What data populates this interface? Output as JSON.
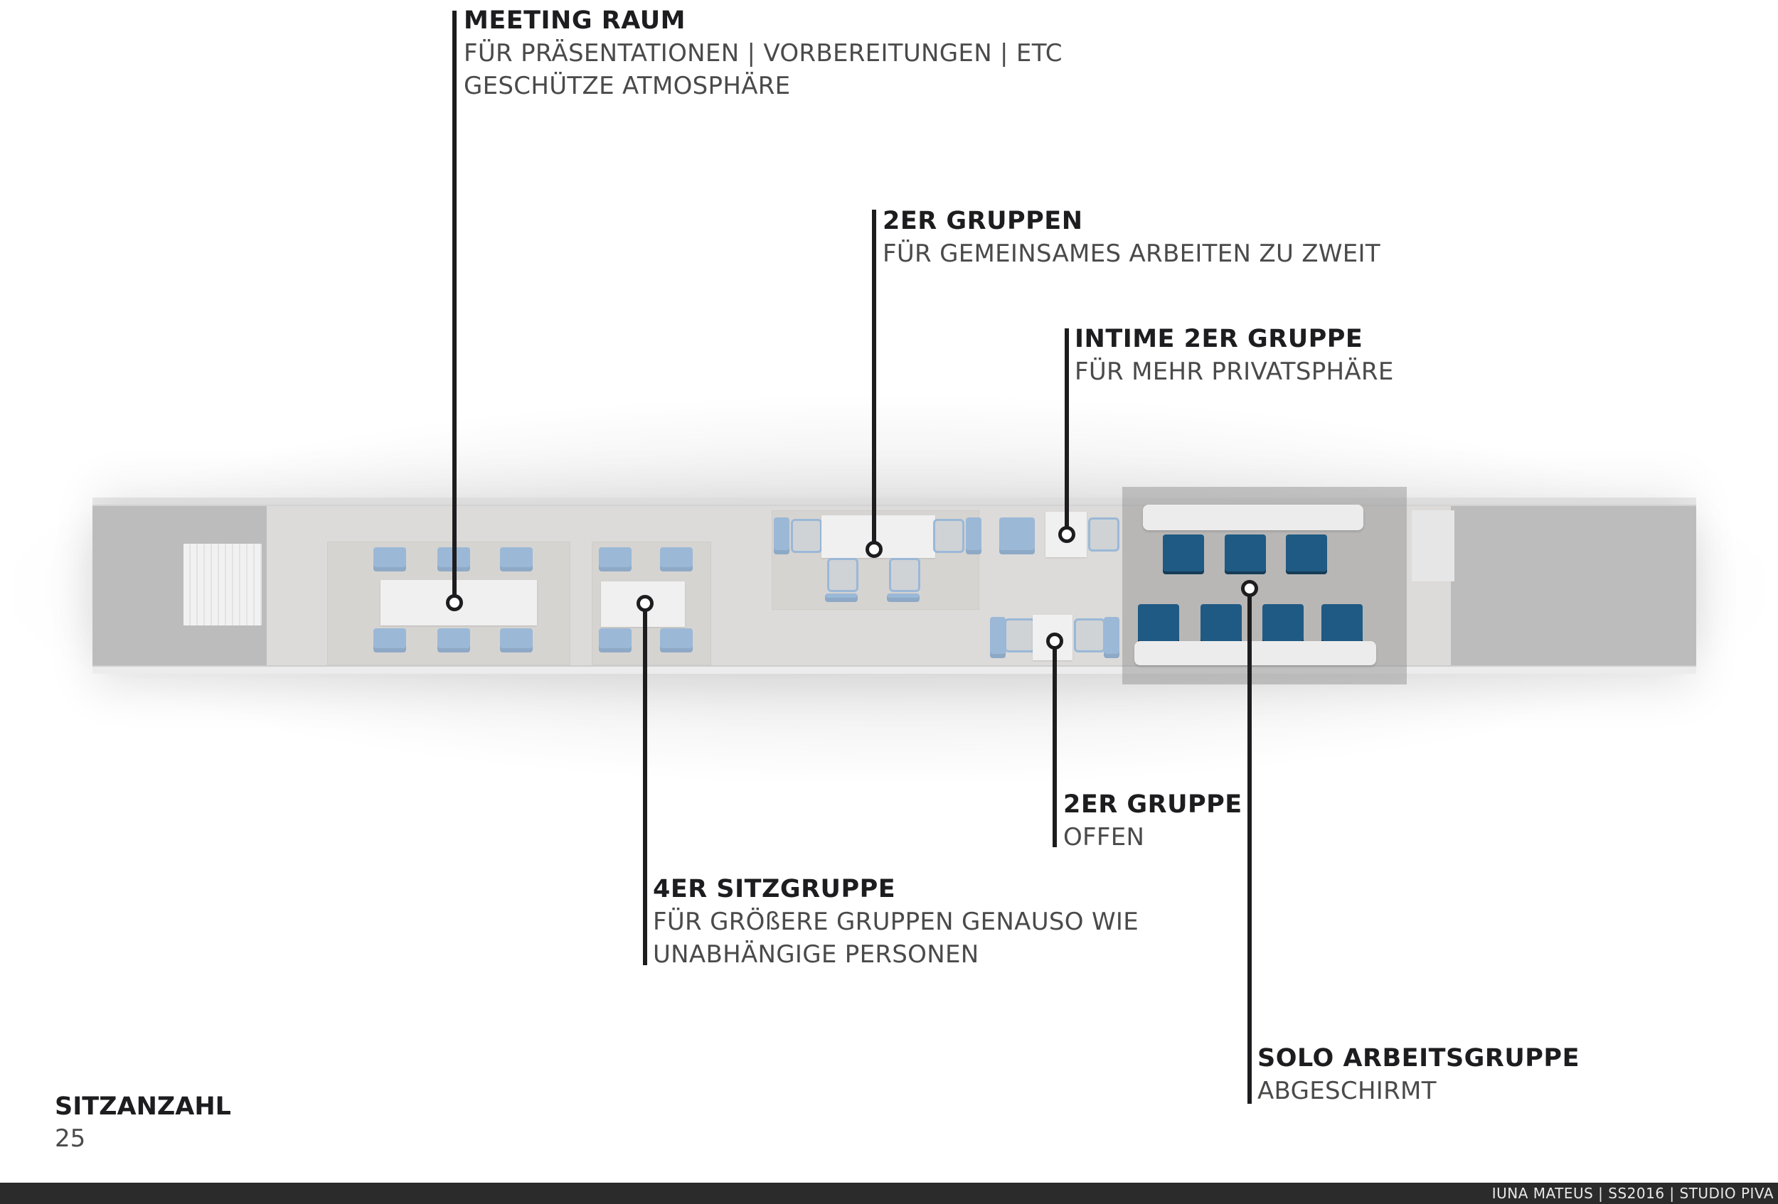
{
  "callouts": [
    {
      "id": "meeting",
      "title": "MEETING RAUM",
      "lines": [
        "FÜR PRÄSENTATIONEN | VORBEREITUNGEN | ETC",
        "GESCHÜTZE ATMOSPHÄRE"
      ]
    },
    {
      "id": "zweier-gruppen",
      "title": "2ER GRUPPEN",
      "lines": [
        "FÜR GEMEINSAMES ARBEITEN ZU ZWEIT"
      ]
    },
    {
      "id": "intime",
      "title": "INTIME 2ER GRUPPE",
      "lines": [
        "FÜR MEHR PRIVATSPHÄRE"
      ]
    },
    {
      "id": "zweier-offen",
      "title": "2ER GRUPPE",
      "lines": [
        "OFFEN"
      ]
    },
    {
      "id": "vierer",
      "title": "4ER SITZGRUPPE",
      "lines": [
        "FÜR GRÖßERE GRUPPEN GENAUSO WIE",
        "UNABHÄNGIGE PERSONEN"
      ]
    },
    {
      "id": "solo",
      "title": "SOLO ARBEITSGRUPPE",
      "lines": [
        "ABGESCHIRMT"
      ]
    }
  ],
  "seat_count": {
    "label": "SITZANZAHL",
    "value": "25"
  },
  "footer": "IUNA MATEUS | SS2016 | STUDIO PIVA",
  "colors": {
    "accent_dark": "#1f5a84",
    "accent_light": "#9bb8d7",
    "line": "#1d1d1f",
    "footer_bg": "#2b2b2b"
  }
}
